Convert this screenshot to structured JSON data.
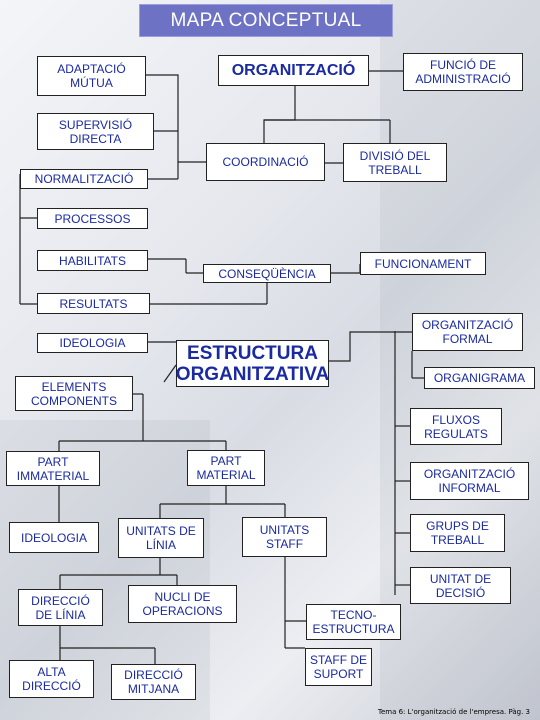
{
  "title": "MAPA CONCEPTUAL",
  "nodes": {
    "adaptacio_mutua": "ADAPTACIÓ\nMÚTUA",
    "organitzacio": "ORGANITZACIÓ",
    "funcio_administracio": "FUNCIÓ DE\nADMINISTRACIÓ",
    "supervisio_directa": "SUPERVISIÓ\nDIRECTA",
    "coordinacio": "COORDINACIÓ",
    "divisio_treball": "DIVISIÓ DEL\nTREBALL",
    "normalitzacio": "NORMALITZACIÓ",
    "processos": "PROCESSOS",
    "habilitats": "HABILITATS",
    "consequencia": "CONSEQÜÈNCIA",
    "funcionament": "FUNCIONAMENT",
    "resultats": "RESULTATS",
    "organitzacio_formal": "ORGANITZACIÓ\nFORMAL",
    "ideologia_top": "IDEOLOGIA",
    "estructura_organitzativa": "ESTRUCTURA\nORGANITZATIVA",
    "organigrama": "ORGANIGRAMA",
    "elements_components": "ELEMENTS\nCOMPONENTS",
    "fluxos_regulats": "FLUXOS\nREGULATS",
    "part_immaterial": "PART\nIMMATERIAL",
    "part_material": "PART\nMATERIAL",
    "organitzacio_informal": "ORGANITZACIÓ\nINFORMAL",
    "ideologia_bottom": "IDEOLOGIA",
    "unitats_linia": "UNITATS DE\nLÍNIA",
    "unitats_staff": "UNITATS\nSTAFF",
    "grups_treball": "GRUPS DE\nTREBALL",
    "unitat_decisio": "UNITAT DE\nDECISIÓ",
    "direccio_linia": "DIRECCIÓ\nDE LÍNIA",
    "nucli_operacions": "NUCLI DE\nOPERACIONS",
    "tecnoestructura": "TECNO-\nESTRUCTURA",
    "staff_suport": "STAFF DE\nSUPORT",
    "alta_direccio": "ALTA\nDIRECCIÓ",
    "direccio_mitjana": "DIRECCIÓ\nMITJANA"
  },
  "footer": "Tema 6: L'organització de l'empresa. Pàg. 3",
  "colors": {
    "title_bg": "#6d72c4",
    "node_text": "#1a2aa0",
    "line": "#222222"
  }
}
